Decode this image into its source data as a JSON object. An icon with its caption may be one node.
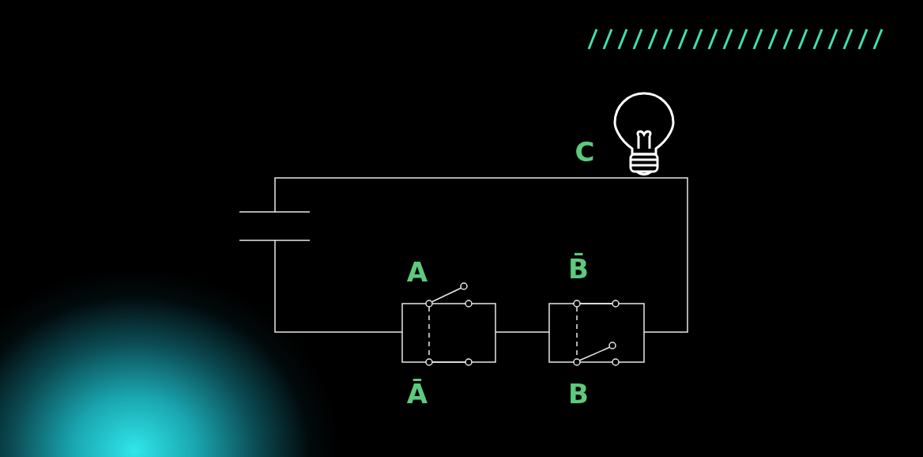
{
  "diagram": {
    "labels": [
      "C",
      "A",
      "B̄",
      "Ā",
      "B"
    ]
  }
}
